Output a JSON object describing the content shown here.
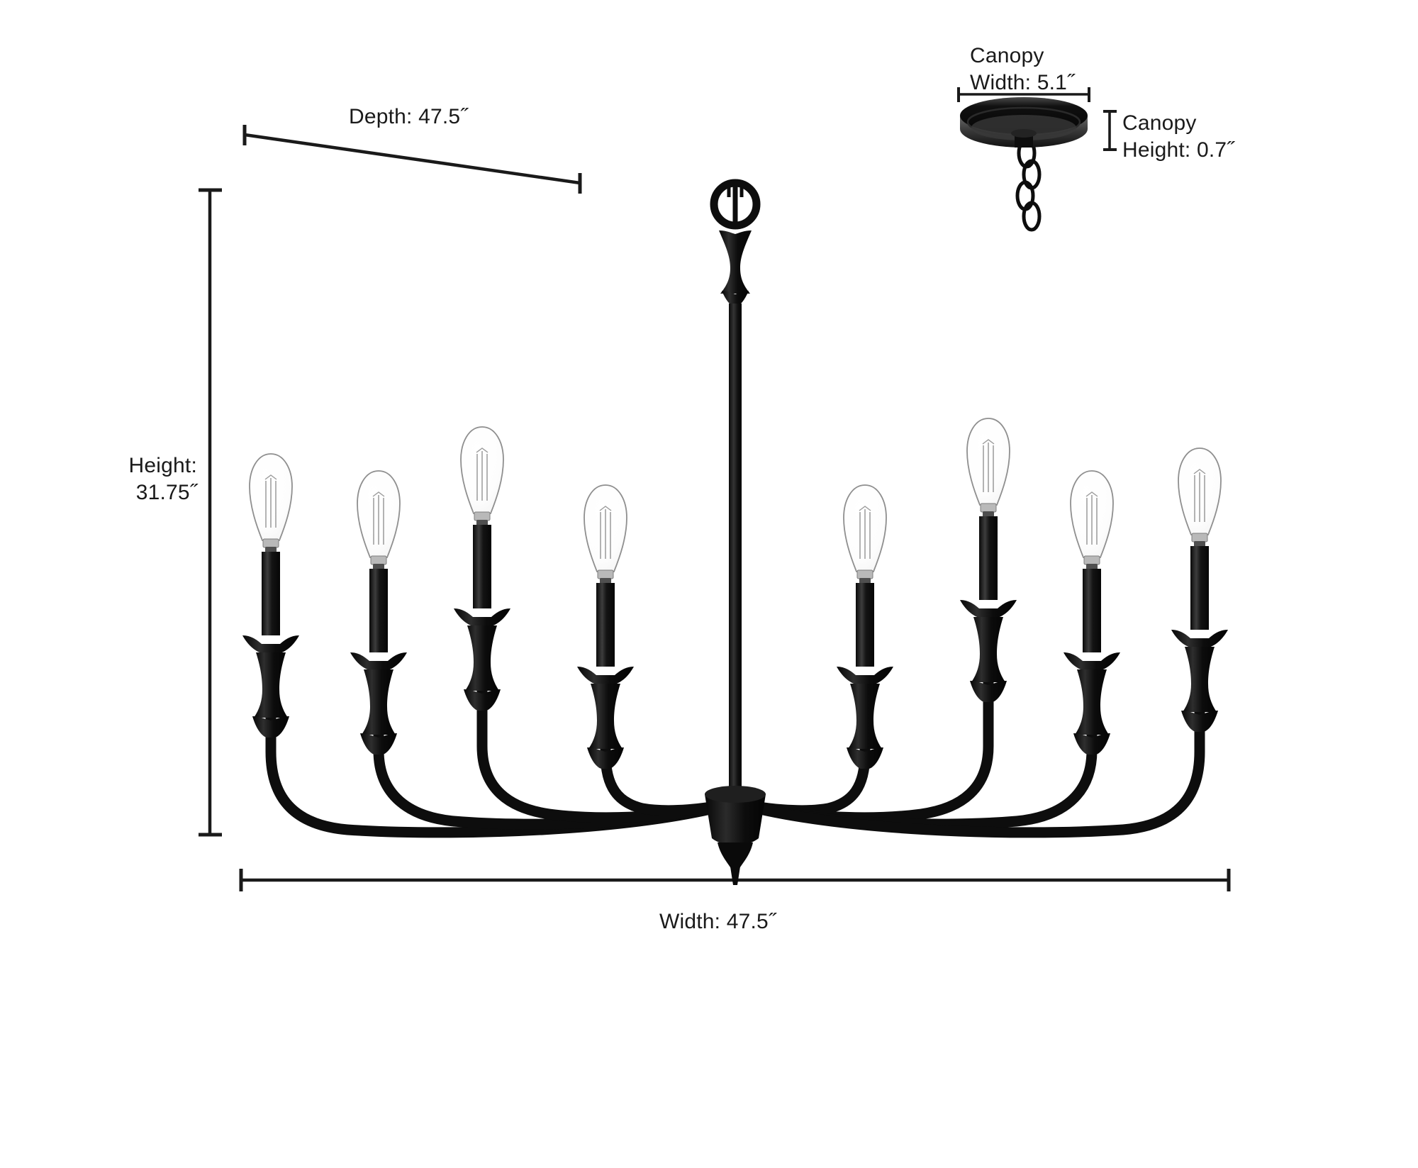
{
  "diagram": {
    "title": "Chandelier dimension diagram",
    "background_color": "#ffffff",
    "fixture_color": "#0d0d0d",
    "line_color": "#1a1a1a",
    "bulb_count": 8
  },
  "dimensions": {
    "depth": "Depth: 47.5˝",
    "height_line1": "Height:",
    "height_line2": "31.75˝",
    "width": "Width: 47.5˝",
    "canopy_width_line1": "Canopy",
    "canopy_width_line2": "Width: 5.1˝",
    "canopy_height_line1": "Canopy",
    "canopy_height_line2": "Height: 0.7˝"
  },
  "values": {
    "depth_in": 47.5,
    "height_in": 31.75,
    "width_in": 47.5,
    "canopy_width_in": 5.1,
    "canopy_height_in": 0.7
  }
}
